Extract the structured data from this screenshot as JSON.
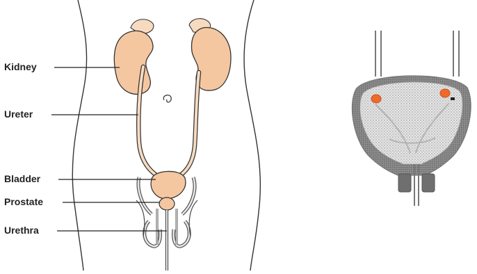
{
  "labels": {
    "kidney": "Kidney",
    "ureter": "Ureter",
    "bladder": "Bladder",
    "prostate": "Prostate",
    "urethra": "Urethra"
  },
  "colors": {
    "organ": "#f5c7a0",
    "organ_shadow": "#eab38a",
    "outline": "#333333",
    "label_line": "#222222",
    "bladder_wall": "#9a9a9a",
    "bladder_fill": "#d9d9d9",
    "ureteric_orifice": "#ef6a2a",
    "urethra_wall": "#5d5d5d"
  },
  "icons": {
    "left_figure": "urinary-system-illustration",
    "right_figure": "bladder-cross-section-illustration"
  }
}
